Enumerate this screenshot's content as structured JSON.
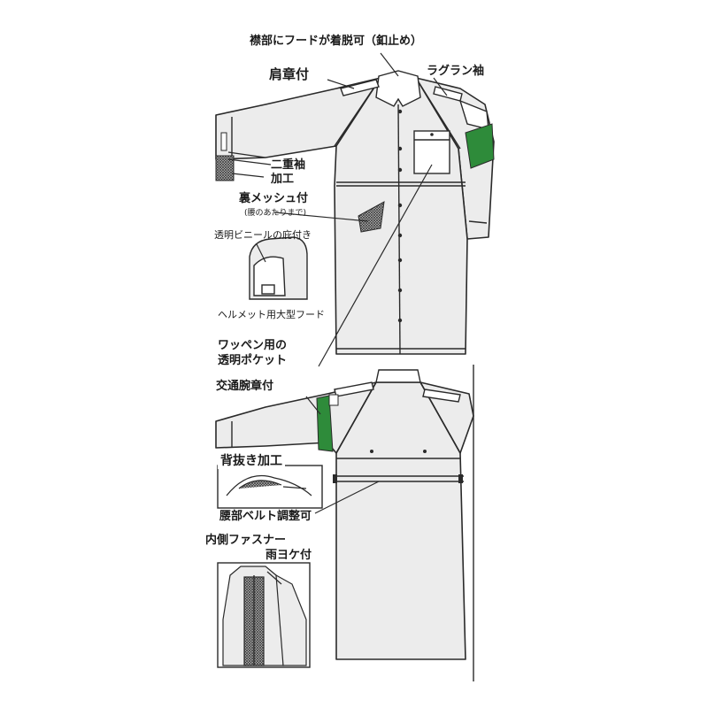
{
  "labels": {
    "collar_hood": "襟部にフードが着脱可（釦止め）",
    "epaulette": "肩章付",
    "raglan": "ラグラン袖",
    "double_sleeve_1": "二重袖",
    "double_sleeve_2": "加工",
    "mesh_1": "裏メッシュ付",
    "mesh_2": "(腰のあたりまで)",
    "visor": "透明ビニールの庇付き",
    "helmet_hood": "ヘルメット用大型フード",
    "patch_pocket_1": "ワッペン用の",
    "patch_pocket_2": "透明ポケット",
    "armband": "交通腕章付",
    "back_vent": "背抜き加工",
    "waist_belt": "腰部ベルト調整可",
    "inner_zip_1": "内側ファスナー",
    "inner_zip_2": "雨ヨケ付"
  },
  "colors": {
    "line": "#2a2a2a",
    "garment_fill": "#ececec",
    "band_green": "#2e8b3a",
    "mesh": "#555555"
  }
}
